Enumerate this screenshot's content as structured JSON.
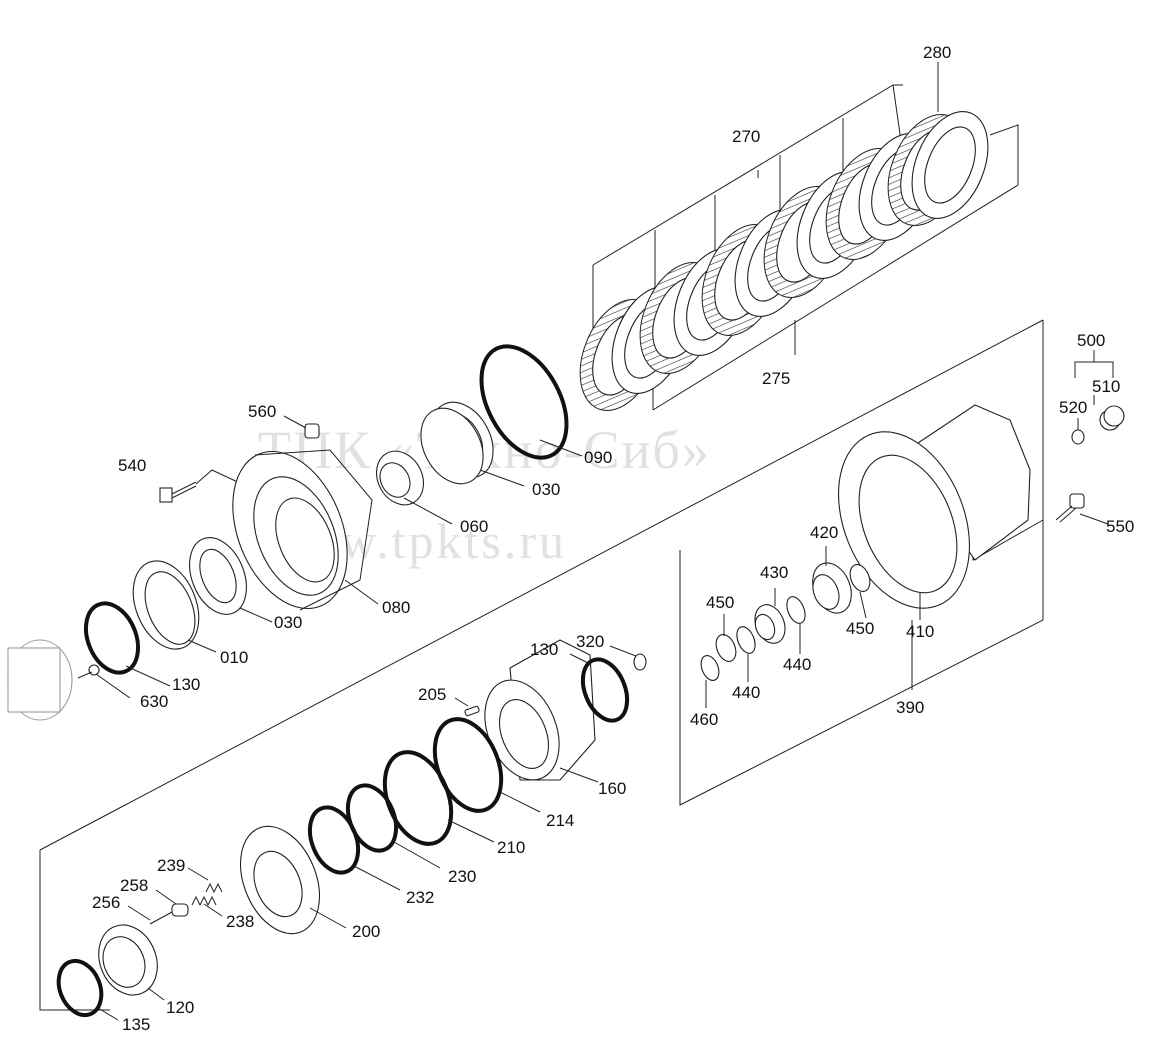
{
  "watermark": {
    "line1": "ТПК «Техно-Сиб»",
    "line2": "www.tpkts.ru"
  },
  "labels": {
    "l280": "280",
    "l270": "270",
    "l275": "275",
    "l500": "500",
    "l510": "510",
    "l520": "520",
    "l560": "560",
    "l540": "540",
    "l090": "090",
    "l030a": "030",
    "l060": "060",
    "l080": "080",
    "l030b": "030",
    "l010": "010",
    "l130a": "130",
    "l630": "630",
    "l550": "550",
    "l420": "420",
    "l430": "430",
    "l450a": "450",
    "l450b": "450",
    "l410": "410",
    "l440a": "440",
    "l440b": "440",
    "l460": "460",
    "l390": "390",
    "l130b": "130",
    "l320": "320",
    "l205": "205",
    "l160": "160",
    "l214": "214",
    "l210": "210",
    "l230": "230",
    "l232": "232",
    "l200": "200",
    "l239": "239",
    "l258": "258",
    "l256": "256",
    "l238": "238",
    "l120": "120",
    "l135": "135"
  }
}
